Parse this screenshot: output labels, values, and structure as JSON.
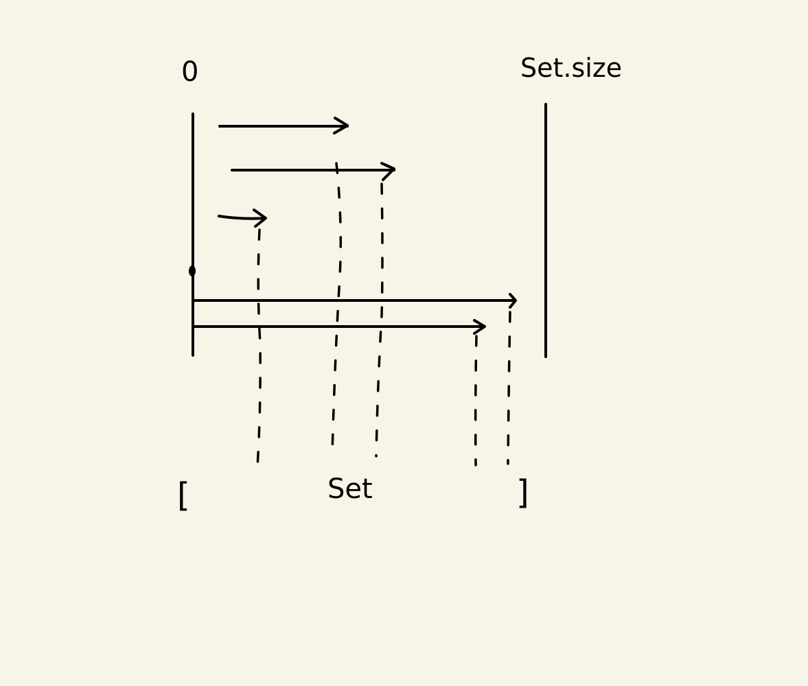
{
  "labels": {
    "left_axis_label": "0",
    "right_axis_label": "Set.size",
    "bracket_open": "[",
    "set_label": "Set",
    "bracket_close": "]"
  },
  "colors": {
    "background": "#f7f5e8",
    "ink": "#000000"
  }
}
